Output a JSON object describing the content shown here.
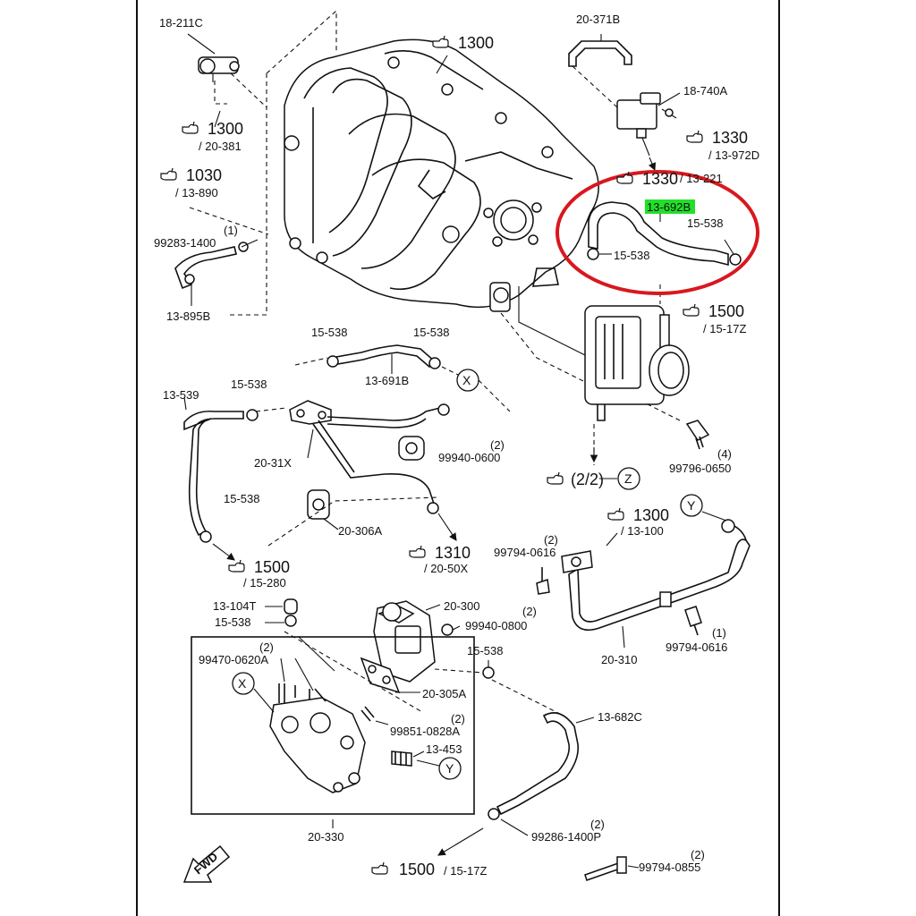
{
  "labels": {
    "p18_211C": "18-211C",
    "p20_371B": "20-371B",
    "p18_740A": "18-740A",
    "ref1300a": "1300",
    "ref1300b": "1300",
    "ref1300b_sub": "/ 20-381",
    "ref1030": "1030",
    "ref1030_sub": "/ 13-890",
    "ref1330": "1330",
    "ref1330_sub": "/ 13-972D",
    "ref1330b": "1330",
    "ref1330b_sub": "/ 13-221",
    "p99283": "99283-1400",
    "p99283_qty": "(1)",
    "p13_895B": "13-895B",
    "p13_692B": "13-692B",
    "p15_538a": "15-538",
    "p15_538b": "15-538",
    "ref1500a": "1500",
    "ref1500a_sub": "/ 15-17Z",
    "p15_538c": "15-538",
    "p15_538d": "15-538",
    "p13_691B": "13-691B",
    "p13_539": "13-539",
    "p15_538e": "15-538",
    "p20_31X": "20-31X",
    "p99940_0600": "99940-0600",
    "p99940_0600_qty": "(2)",
    "p99796_0650": "99796-0650",
    "p99796_0650_qty": "(4)",
    "ref22": "(2/2)",
    "circZ": "Z",
    "circX": "X",
    "circY": "Y",
    "circX2": "X",
    "circY2": "Y",
    "p15_538f": "15-538",
    "p20_306A": "20-306A",
    "ref1310": "1310",
    "ref1310_sub": "/ 20-50X",
    "ref1500b": "1500",
    "ref1500b_sub": "/ 15-280",
    "ref1300c": "1300",
    "ref1300c_sub": "/ 13-100",
    "p99794_0616a": "99794-0616",
    "p99794_0616a_qty": "(2)",
    "p99794_0616b": "99794-0616",
    "p99794_0616b_qty": "(1)",
    "p20_310": "20-310",
    "p13_104T": "13-104T",
    "p15_538g": "15-538",
    "p20_300": "20-300",
    "p99940_0800": "99940-0800",
    "p99940_0800_qty": "(2)",
    "p99470": "99470-0620A",
    "p99470_qty": "(2)",
    "p15_538h": "15-538",
    "p20_305A": "20-305A",
    "p99851": "99851-0828A",
    "p99851_qty": "(2)",
    "p13_453": "13-453",
    "p13_682C": "13-682C",
    "p20_330": "20-330",
    "p99286": "99286-1400P",
    "p99286_qty": "(2)",
    "ref1500c": "1500",
    "ref1500c_sub": "/ 15-17Z",
    "p99794_0855": "99794-0855",
    "p99794_0855_qty": "(2)",
    "fwd": "FWD"
  },
  "colors": {
    "highlight": "#22e02a",
    "circle": "#d8181f",
    "ink": "#111111"
  },
  "icons": {
    "ref_marker": "pointing-hand-icon"
  }
}
